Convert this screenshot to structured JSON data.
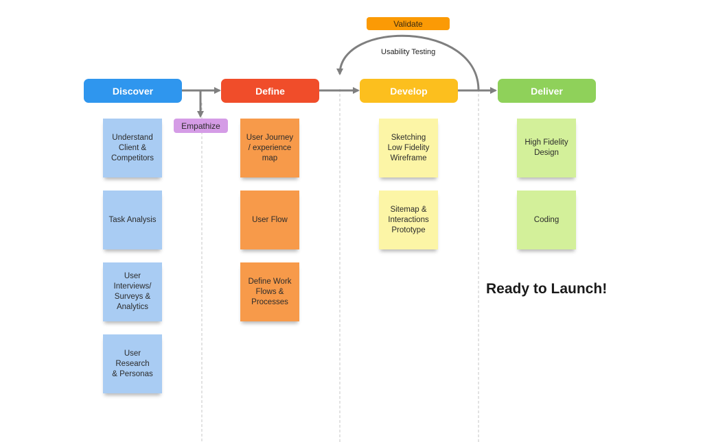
{
  "phases": {
    "discover": {
      "label": "Discover",
      "color": "#2f96ee"
    },
    "define": {
      "label": "Define",
      "color": "#f04d2a"
    },
    "develop": {
      "label": "Develop",
      "color": "#fcbf1e"
    },
    "deliver": {
      "label": "Deliver",
      "color": "#8fd15a"
    }
  },
  "validate": {
    "label": "Validate",
    "color": "#fb9a05"
  },
  "empathize": {
    "label": "Empathize",
    "color": "#d59ce6"
  },
  "usability_label": "Usability Testing",
  "notes": {
    "discover": [
      "Understand\nClient &\nCompetitors",
      "Task Analysis",
      "User\nInterviews/\nSurveys &\nAnalytics",
      "User\nResearch\n& Personas"
    ],
    "define": [
      "User Journey\n/ experience\nmap",
      "User Flow",
      "Define Work\nFlows &\nProcesses"
    ],
    "develop": [
      "Sketching\nLow Fidelity\nWireframe",
      "Sitemap &\nInteractions\nPrototype"
    ],
    "deliver": [
      "High Fidelity\nDesign",
      "Coding"
    ]
  },
  "ready_text": "Ready to Launch!"
}
